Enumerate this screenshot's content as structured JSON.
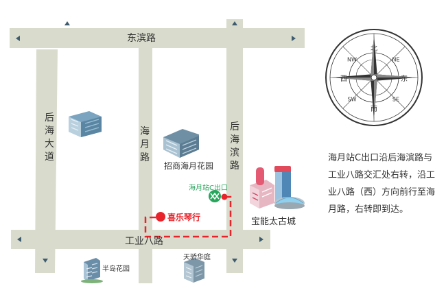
{
  "roads": {
    "dongbin": "东滨路",
    "gongye8": "工业八路",
    "houhai_dadao": "后海大道",
    "haiyue": "海月路",
    "houhai_bin": "后海滨路"
  },
  "places": {
    "zhaoshang": "招商海月花园",
    "metro": "海月站C出口",
    "xile": "喜乐琴行",
    "baoneng": "宝能太古城",
    "bandao": "半岛花园",
    "tianjiao": "天骄华庭"
  },
  "compass": {
    "n": "北",
    "s": "南",
    "e": "东",
    "w": "西",
    "ne": "NE",
    "nw": "NW",
    "se": "SE",
    "sw": "SW"
  },
  "directions": "海月站C出口沿后海滨路与工业八路交汇处右转，沿工业八路（西）方向前行至海月路，右转即到达。",
  "colors": {
    "road": "#d9dccd",
    "route": "#e8232a",
    "metro": "#26a65b",
    "arrow": "#3e5b6f"
  }
}
